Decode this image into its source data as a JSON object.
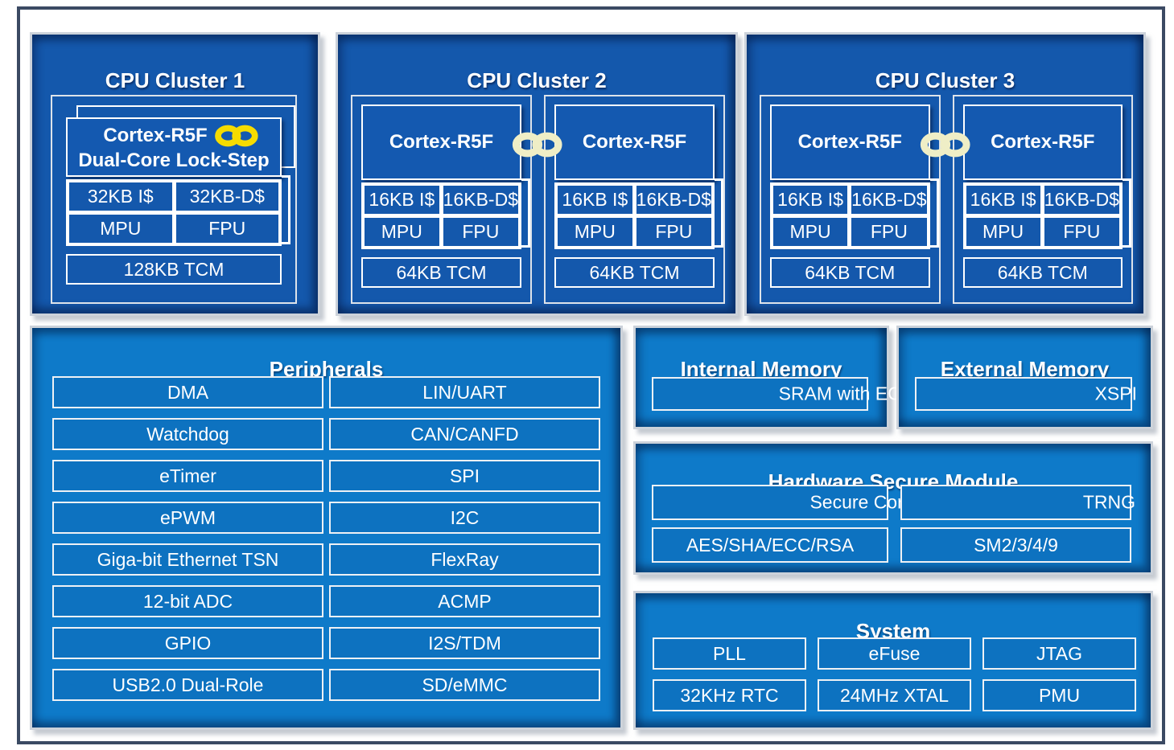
{
  "clusters": [
    {
      "title": "CPU Cluster 1",
      "core": {
        "name": "Cortex-R5F",
        "subtitle": "Dual-Core Lock-Step",
        "icache": "32KB I$",
        "dcache": "32KB-D$",
        "mpu": "MPU",
        "fpu": "FPU",
        "tcm": "128KB TCM"
      }
    },
    {
      "title": "CPU Cluster 2",
      "cores": [
        {
          "name": "Cortex-R5F",
          "icache": "16KB I$",
          "dcache": "16KB-D$",
          "mpu": "MPU",
          "fpu": "FPU",
          "tcm": "64KB TCM"
        },
        {
          "name": "Cortex-R5F",
          "icache": "16KB I$",
          "dcache": "16KB-D$",
          "mpu": "MPU",
          "fpu": "FPU",
          "tcm": "64KB TCM"
        }
      ]
    },
    {
      "title": "CPU Cluster 3",
      "cores": [
        {
          "name": "Cortex-R5F",
          "icache": "16KB I$",
          "dcache": "16KB-D$",
          "mpu": "MPU",
          "fpu": "FPU",
          "tcm": "64KB TCM"
        },
        {
          "name": "Cortex-R5F",
          "icache": "16KB I$",
          "dcache": "16KB-D$",
          "mpu": "MPU",
          "fpu": "FPU",
          "tcm": "64KB TCM"
        }
      ]
    }
  ],
  "peripherals": {
    "title": "Peripherals",
    "left": [
      "DMA",
      "Watchdog",
      "eTimer",
      "ePWM",
      "Giga-bit Ethernet TSN",
      "12-bit ADC",
      "GPIO",
      "USB2.0 Dual-Role"
    ],
    "right": [
      "LIN/UART",
      "CAN/CANFD",
      "SPI",
      "I2C",
      "FlexRay",
      "ACMP",
      "I2S/TDM",
      "SD/eMMC"
    ]
  },
  "internal_memory": {
    "title": "Internal Memory",
    "cell": "SRAM with ECC"
  },
  "external_memory": {
    "title": "External Memory",
    "cell": "XSPI"
  },
  "hsm": {
    "title": "Hardware Secure Module",
    "cells": [
      "Secure Core",
      "TRNG",
      "AES/SHA/ECC/RSA",
      "SM2/3/4/9"
    ]
  },
  "system": {
    "title": "System",
    "cells": [
      "PLL",
      "eFuse",
      "JTAG",
      "32KHz RTC",
      "24MHz XTAL",
      "PMU"
    ]
  },
  "icons": {
    "lockstep_chain": "interlocked-chain-links"
  },
  "colors": {
    "cluster_fill": "#1458ac",
    "panel_fill": "#0e7ac9",
    "cell_fill": "#0d72c0",
    "chain_yellow": "#f6dc00",
    "chain_cream": "#efeec6",
    "frame_border": "#3b4a63",
    "text": "#ffffff"
  }
}
